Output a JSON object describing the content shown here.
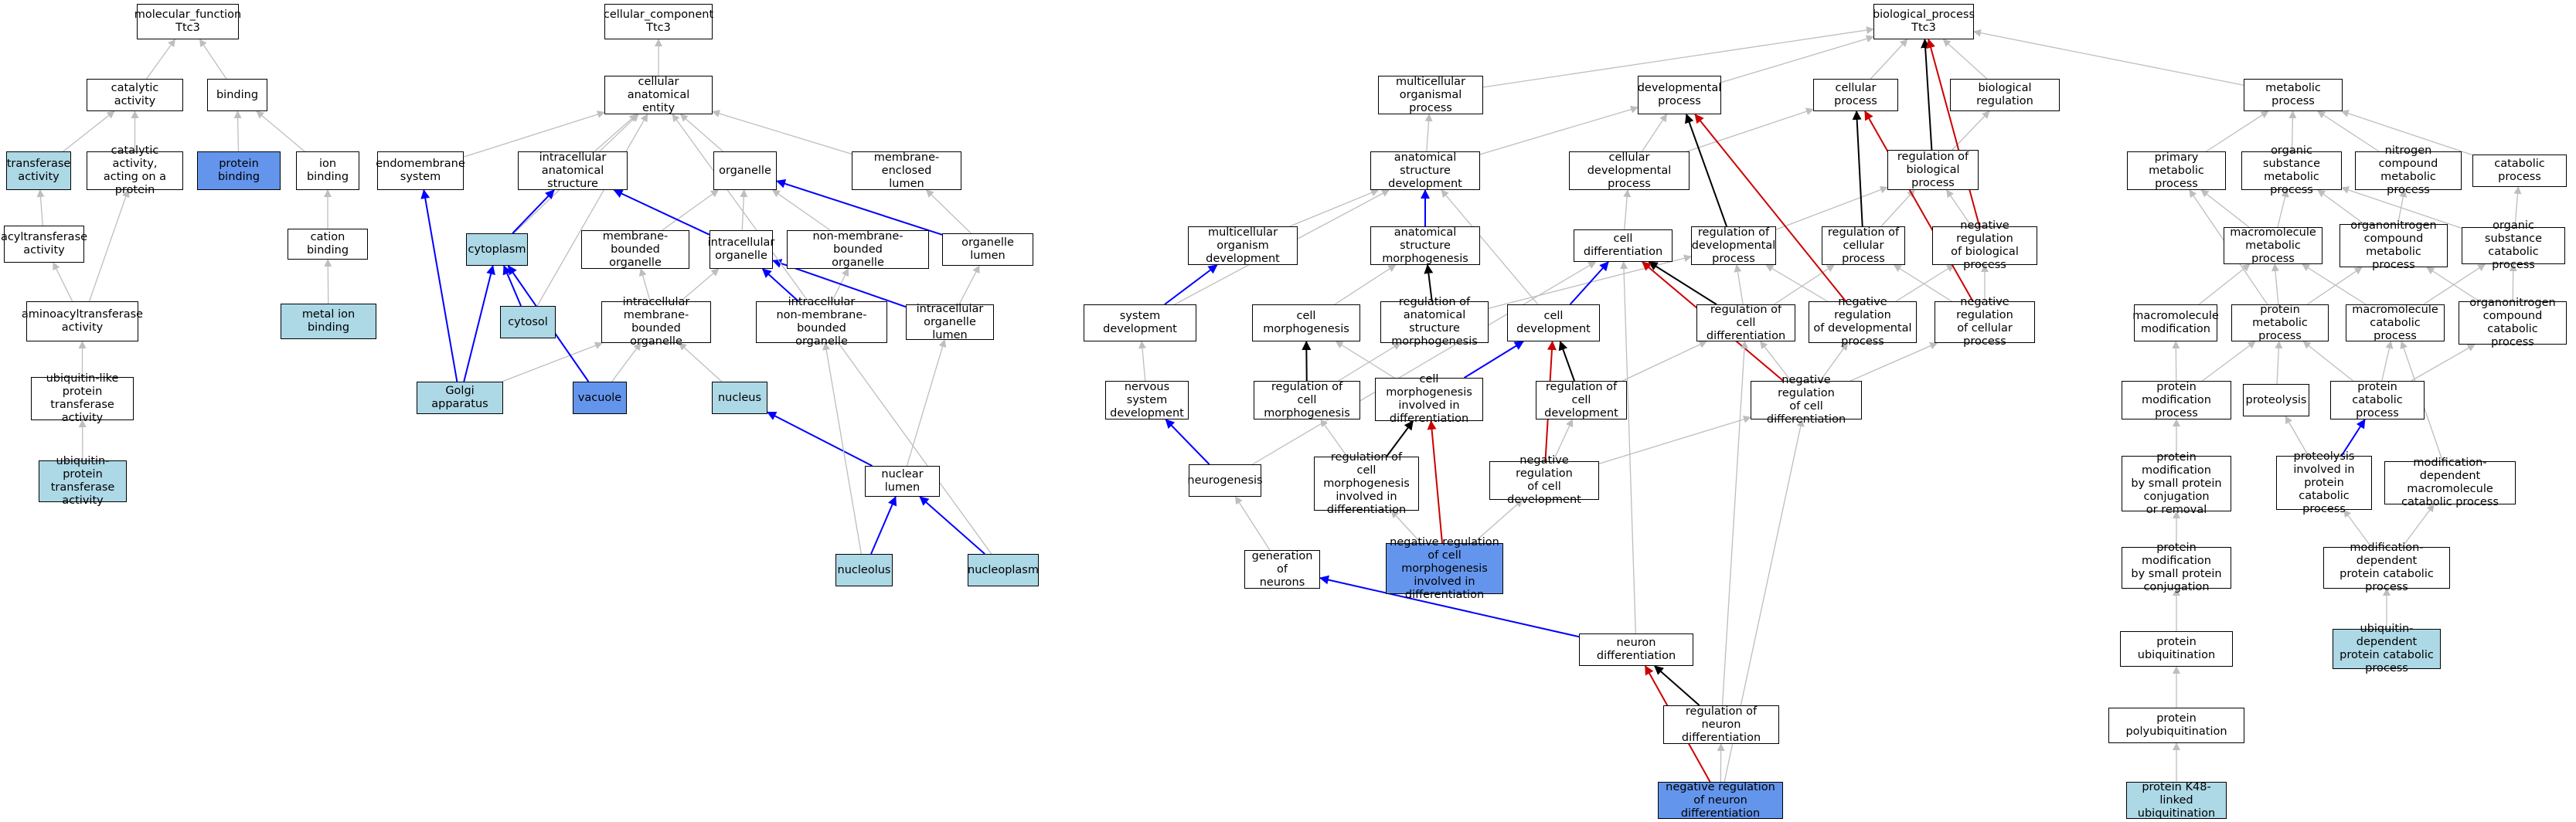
{
  "colors": {
    "gray": "#bebebe",
    "black": "#000000",
    "blue": "#0000ff",
    "red": "#cc0000",
    "light_fill": "#add8e6",
    "dark_fill": "#6495ed"
  },
  "nodes": {
    "mf_root": "molecular_function\nTtc3",
    "catalytic": "catalytic activity",
    "binding": "binding",
    "transferase": "transferase\nactivity",
    "cat_acting_protein": "catalytic activity,\nacting on a\nprotein",
    "protein_binding": "protein binding",
    "ion_binding": "ion binding",
    "acyltransferase": "acyltransferase\nactivity",
    "cation_binding": "cation binding",
    "aminoacyltransferase": "aminoacyltransferase\nactivity",
    "metal_ion_binding": "metal ion binding",
    "ubl_transferase": "ubiquitin-like\nprotein transferase\nactivity",
    "ub_transferase": "ubiquitin-protein\ntransferase\nactivity",
    "cc_root": "cellular_component\nTtc3",
    "anat_entity": "cellular anatomical\nentity",
    "endomembrane": "endomembrane\nsystem",
    "ic_anat": "intracellular\nanatomical structure",
    "organelle": "organelle",
    "mem_encl_lumen": "membrane-enclosed\nlumen",
    "cytoplasm": "cytoplasm",
    "mem_bound_org": "membrane-bounded\norganelle",
    "ic_org": "intracellular\norganelle",
    "non_mem_org": "non-membrane-bounded\norganelle",
    "org_lumen": "organelle lumen",
    "cytosol": "cytosol",
    "ic_mem_org": "intracellular\nmembrane-bounded\norganelle",
    "ic_non_mem_org": "intracellular\nnon-membrane-bounded\norganelle",
    "ic_org_lumen": "intracellular\norganelle lumen",
    "golgi": "Golgi apparatus",
    "vacuole": "vacuole",
    "nucleus": "nucleus",
    "nuclear_lumen": "nuclear lumen",
    "nucleolus": "nucleolus",
    "nucleoplasm": "nucleoplasm",
    "bp_root": "biological_process\nTtc3",
    "multicell_proc": "multicellular\norganismal process",
    "dev_proc": "developmental\nprocess",
    "cell_proc": "cellular process",
    "bio_reg": "biological regulation",
    "metab_proc": "metabolic process",
    "anat_dev": "anatomical structure\ndevelopment",
    "cell_dev_proc": "cellular developmental\nprocess",
    "reg_bio": "regulation of\nbiological process",
    "multicell_dev": "multicellular\norganism development",
    "anat_morph": "anatomical structure\nmorphogenesis",
    "cell_diff": "cell differentiation",
    "reg_dev": "regulation of\ndevelopmental\nprocess",
    "reg_cell_proc": "regulation of\ncellular process",
    "neg_reg_bio": "negative regulation\nof biological\nprocess",
    "sys_dev": "system development",
    "cell_morph": "cell morphogenesis",
    "reg_anat_morph": "regulation of\nanatomical structure\nmorphogenesis",
    "cell_devel": "cell development",
    "reg_cell_diff": "regulation of\ncell differentiation",
    "neg_reg_dev": "negative regulation\nof developmental\nprocess",
    "neg_reg_cell_proc": "negative regulation\nof cellular\nprocess",
    "ns_dev": "nervous system\ndevelopment",
    "reg_cell_morph": "regulation of\ncell morphogenesis",
    "cm_diff": "cell morphogenesis\ninvolved in\ndifferentiation",
    "reg_cell_devel": "regulation of\ncell development",
    "neg_reg_cell_diff": "negative regulation\nof cell differentiation",
    "neurogenesis": "neurogenesis",
    "reg_cm_diff": "regulation of\ncell morphogenesis\ninvolved in\ndifferentiation",
    "neg_reg_cell_devel": "negative regulation\nof cell development",
    "gen_neurons": "generation of\nneurons",
    "neg_reg_cm_diff": "negative regulation\nof cell morphogenesis\ninvolved in\ndifferentiation",
    "neuron_diff": "neuron differentiation",
    "reg_neuron_diff": "regulation of\nneuron differentiation",
    "neg_reg_neuron_diff": "negative regulation\nof neuron differentiation",
    "prim_metab": "primary metabolic\nprocess",
    "org_sub_metab": "organic substance\nmetabolic process",
    "nitrogen_metab": "nitrogen compound\nmetabolic process",
    "catab_proc": "catabolic process",
    "macro_metab": "macromolecule\nmetabolic process",
    "orgN_metab": "organonitrogen\ncompound metabolic\nprocess",
    "org_sub_catab": "organic substance\ncatabolic process",
    "macro_mod": "macromolecule\nmodification",
    "protein_metab": "protein metabolic\nprocess",
    "macro_catab": "macromolecule\ncatabolic process",
    "orgN_catab": "organonitrogen\ncompound catabolic\nprocess",
    "prot_mod_proc": "protein modification\nprocess",
    "proteolysis": "proteolysis",
    "prot_catab": "protein catabolic\nprocess",
    "prot_mod_small_rem": "protein modification\nby small protein\nconjugation\nor removal",
    "proteolysis_catab": "proteolysis\ninvolved in\nprotein catabolic\nprocess",
    "mod_dep_macro_catab": "modification-dependent\nmacromolecule\ncatabolic process",
    "prot_mod_small": "protein modification\nby small protein\nconjugation",
    "mod_dep_prot_catab": "modification-dependent\nprotein catabolic\nprocess",
    "prot_ub": "protein ubiquitination",
    "ub_dep_catab": "ubiquitin-dependent\nprotein catabolic\nprocess",
    "prot_polyub": "protein polyubiquitination",
    "k48_ub": "protein K48-linked\nubiquitination"
  },
  "styles": {
    "transferase": "light",
    "protein_binding": "dark",
    "metal_ion_binding": "light",
    "ub_transferase": "light",
    "cytoplasm": "light",
    "cytosol": "light",
    "golgi": "light",
    "vacuole": "dark",
    "nucleus": "light",
    "nucleolus": "light",
    "nucleoplasm": "light",
    "neg_reg_cm_diff": "dark",
    "neg_reg_neuron_diff": "dark",
    "ub_dep_catab": "light",
    "k48_ub": "light"
  },
  "edges": [
    [
      "catalytic",
      "mf_root",
      "gray"
    ],
    [
      "binding",
      "mf_root",
      "gray"
    ],
    [
      "transferase",
      "catalytic",
      "gray"
    ],
    [
      "cat_acting_protein",
      "catalytic",
      "gray"
    ],
    [
      "protein_binding",
      "binding",
      "gray"
    ],
    [
      "ion_binding",
      "binding",
      "gray"
    ],
    [
      "acyltransferase",
      "transferase",
      "gray"
    ],
    [
      "aminoacyltransferase",
      "acyltransferase",
      "gray"
    ],
    [
      "aminoacyltransferase",
      "cat_acting_protein",
      "gray"
    ],
    [
      "cation_binding",
      "ion_binding",
      "gray"
    ],
    [
      "metal_ion_binding",
      "cation_binding",
      "gray"
    ],
    [
      "ubl_transferase",
      "aminoacyltransferase",
      "gray"
    ],
    [
      "ub_transferase",
      "ubl_transferase",
      "gray"
    ],
    [
      "anat_entity",
      "cc_root",
      "gray"
    ],
    [
      "endomembrane",
      "anat_entity",
      "gray"
    ],
    [
      "ic_anat",
      "anat_entity",
      "gray"
    ],
    [
      "organelle",
      "anat_entity",
      "gray"
    ],
    [
      "mem_encl_lumen",
      "anat_entity",
      "gray"
    ],
    [
      "cytoplasm",
      "anat_entity",
      "gray"
    ],
    [
      "cytoplasm",
      "ic_anat",
      "blue"
    ],
    [
      "mem_bound_org",
      "organelle",
      "gray"
    ],
    [
      "ic_org",
      "organelle",
      "gray"
    ],
    [
      "ic_org",
      "ic_anat",
      "blue"
    ],
    [
      "non_mem_org",
      "organelle",
      "gray"
    ],
    [
      "org_lumen",
      "organelle",
      "blue"
    ],
    [
      "org_lumen",
      "mem_encl_lumen",
      "gray"
    ],
    [
      "cytosol",
      "cytoplasm",
      "blue"
    ],
    [
      "cytosol",
      "anat_entity",
      "gray"
    ],
    [
      "ic_mem_org",
      "mem_bound_org",
      "gray"
    ],
    [
      "ic_mem_org",
      "ic_org",
      "gray"
    ],
    [
      "ic_non_mem_org",
      "non_mem_org",
      "gray"
    ],
    [
      "ic_non_mem_org",
      "ic_org",
      "blue"
    ],
    [
      "ic_org_lumen",
      "org_lumen",
      "gray"
    ],
    [
      "ic_org_lumen",
      "ic_org",
      "blue"
    ],
    [
      "golgi",
      "endomembrane",
      "blue"
    ],
    [
      "golgi",
      "cytoplasm",
      "blue"
    ],
    [
      "golgi",
      "ic_mem_org",
      "gray"
    ],
    [
      "vacuole",
      "cytoplasm",
      "blue"
    ],
    [
      "vacuole",
      "ic_mem_org",
      "gray"
    ],
    [
      "nucleus",
      "ic_mem_org",
      "gray"
    ],
    [
      "nuclear_lumen",
      "nucleus",
      "blue"
    ],
    [
      "nuclear_lumen",
      "ic_org_lumen",
      "gray"
    ],
    [
      "nucleolus",
      "nuclear_lumen",
      "blue"
    ],
    [
      "nucleolus",
      "ic_non_mem_org",
      "gray"
    ],
    [
      "nucleoplasm",
      "nuclear_lumen",
      "blue"
    ],
    [
      "nucleoplasm",
      "anat_entity",
      "gray"
    ],
    [
      "multicell_proc",
      "bp_root",
      "gray"
    ],
    [
      "dev_proc",
      "bp_root",
      "gray"
    ],
    [
      "cell_proc",
      "bp_root",
      "gray"
    ],
    [
      "bio_reg",
      "bp_root",
      "gray"
    ],
    [
      "metab_proc",
      "bp_root",
      "gray"
    ],
    [
      "anat_dev",
      "dev_proc",
      "gray"
    ],
    [
      "anat_dev",
      "multicell_proc",
      "gray"
    ],
    [
      "cell_dev_proc",
      "dev_proc",
      "gray"
    ],
    [
      "cell_dev_proc",
      "cell_proc",
      "gray"
    ],
    [
      "reg_bio",
      "bio_reg",
      "gray"
    ],
    [
      "reg_bio",
      "bp_root",
      "black"
    ],
    [
      "multicell_dev",
      "anat_dev",
      "gray"
    ],
    [
      "anat_morph",
      "anat_dev",
      "blue"
    ],
    [
      "cell_diff",
      "cell_dev_proc",
      "gray"
    ],
    [
      "reg_dev",
      "dev_proc",
      "black"
    ],
    [
      "reg_dev",
      "reg_bio",
      "gray"
    ],
    [
      "reg_cell_proc",
      "cell_proc",
      "black"
    ],
    [
      "reg_cell_proc",
      "reg_bio",
      "gray"
    ],
    [
      "neg_reg_bio",
      "reg_bio",
      "gray"
    ],
    [
      "neg_reg_bio",
      "bp_root",
      "red"
    ],
    [
      "sys_dev",
      "multicell_dev",
      "blue"
    ],
    [
      "sys_dev",
      "anat_dev",
      "gray"
    ],
    [
      "cell_morph",
      "anat_morph",
      "gray"
    ],
    [
      "reg_anat_morph",
      "anat_morph",
      "black"
    ],
    [
      "reg_anat_morph",
      "reg_dev",
      "gray"
    ],
    [
      "cell_devel",
      "cell_diff",
      "blue"
    ],
    [
      "cell_devel",
      "anat_dev",
      "gray"
    ],
    [
      "reg_cell_diff",
      "cell_diff",
      "black"
    ],
    [
      "reg_cell_diff",
      "reg_cell_proc",
      "gray"
    ],
    [
      "reg_cell_diff",
      "reg_dev",
      "gray"
    ],
    [
      "neg_reg_dev",
      "dev_proc",
      "red"
    ],
    [
      "neg_reg_dev",
      "reg_dev",
      "gray"
    ],
    [
      "neg_reg_dev",
      "neg_reg_bio",
      "gray"
    ],
    [
      "neg_reg_cell_proc",
      "cell_proc",
      "red"
    ],
    [
      "neg_reg_cell_proc",
      "reg_cell_proc",
      "gray"
    ],
    [
      "neg_reg_cell_proc",
      "neg_reg_bio",
      "gray"
    ],
    [
      "ns_dev",
      "sys_dev",
      "gray"
    ],
    [
      "reg_cell_morph",
      "cell_morph",
      "black"
    ],
    [
      "reg_cell_morph",
      "reg_anat_morph",
      "gray"
    ],
    [
      "cm_diff",
      "cell_devel",
      "blue"
    ],
    [
      "cm_diff",
      "cell_morph",
      "gray"
    ],
    [
      "reg_cell_devel",
      "cell_devel",
      "black"
    ],
    [
      "reg_cell_devel",
      "reg_cell_diff",
      "gray"
    ],
    [
      "neg_reg_cell_diff",
      "cell_diff",
      "red"
    ],
    [
      "neg_reg_cell_diff",
      "reg_cell_diff",
      "gray"
    ],
    [
      "neg_reg_cell_diff",
      "neg_reg_dev",
      "gray"
    ],
    [
      "neg_reg_cell_diff",
      "neg_reg_cell_proc",
      "gray"
    ],
    [
      "neurogenesis",
      "ns_dev",
      "blue"
    ],
    [
      "neurogenesis",
      "cell_diff",
      "gray"
    ],
    [
      "reg_cm_diff",
      "cm_diff",
      "black"
    ],
    [
      "reg_cm_diff",
      "reg_cell_morph",
      "gray"
    ],
    [
      "neg_reg_cell_devel",
      "cell_devel",
      "red"
    ],
    [
      "neg_reg_cell_devel",
      "reg_cell_devel",
      "gray"
    ],
    [
      "neg_reg_cell_devel",
      "neg_reg_cell_diff",
      "gray"
    ],
    [
      "gen_neurons",
      "neurogenesis",
      "gray"
    ],
    [
      "neg_reg_cm_diff",
      "cm_diff",
      "red"
    ],
    [
      "neg_reg_cm_diff",
      "reg_cm_diff",
      "gray"
    ],
    [
      "neg_reg_cm_diff",
      "neg_reg_cell_devel",
      "gray"
    ],
    [
      "neuron_diff",
      "gen_neurons",
      "blue"
    ],
    [
      "neuron_diff",
      "cell_diff",
      "gray"
    ],
    [
      "reg_neuron_diff",
      "neuron_diff",
      "black"
    ],
    [
      "reg_neuron_diff",
      "reg_cell_diff",
      "gray"
    ],
    [
      "neg_reg_neuron_diff",
      "neuron_diff",
      "red"
    ],
    [
      "neg_reg_neuron_diff",
      "reg_neuron_diff",
      "gray"
    ],
    [
      "neg_reg_neuron_diff",
      "neg_reg_cell_diff",
      "gray"
    ],
    [
      "prim_metab",
      "metab_proc",
      "gray"
    ],
    [
      "org_sub_metab",
      "metab_proc",
      "gray"
    ],
    [
      "nitrogen_metab",
      "metab_proc",
      "gray"
    ],
    [
      "catab_proc",
      "metab_proc",
      "gray"
    ],
    [
      "macro_metab",
      "prim_metab",
      "gray"
    ],
    [
      "macro_metab",
      "org_sub_metab",
      "gray"
    ],
    [
      "orgN_metab",
      "org_sub_metab",
      "gray"
    ],
    [
      "orgN_metab",
      "nitrogen_metab",
      "gray"
    ],
    [
      "org_sub_catab",
      "org_sub_metab",
      "gray"
    ],
    [
      "org_sub_catab",
      "catab_proc",
      "gray"
    ],
    [
      "macro_mod",
      "macro_metab",
      "gray"
    ],
    [
      "protein_metab",
      "macro_metab",
      "gray"
    ],
    [
      "protein_metab",
      "orgN_metab",
      "gray"
    ],
    [
      "protein_metab",
      "prim_metab",
      "gray"
    ],
    [
      "macro_catab",
      "macro_metab",
      "gray"
    ],
    [
      "macro_catab",
      "org_sub_catab",
      "gray"
    ],
    [
      "orgN_catab",
      "orgN_metab",
      "gray"
    ],
    [
      "orgN_catab",
      "org_sub_catab",
      "gray"
    ],
    [
      "prot_mod_proc",
      "macro_mod",
      "gray"
    ],
    [
      "prot_mod_proc",
      "protein_metab",
      "gray"
    ],
    [
      "proteolysis",
      "protein_metab",
      "gray"
    ],
    [
      "prot_catab",
      "protein_metab",
      "gray"
    ],
    [
      "prot_catab",
      "macro_catab",
      "gray"
    ],
    [
      "prot_catab",
      "orgN_catab",
      "gray"
    ],
    [
      "prot_mod_small_rem",
      "prot_mod_proc",
      "gray"
    ],
    [
      "proteolysis_catab",
      "prot_catab",
      "blue"
    ],
    [
      "proteolysis_catab",
      "proteolysis",
      "gray"
    ],
    [
      "mod_dep_macro_catab",
      "macro_catab",
      "gray"
    ],
    [
      "prot_mod_small",
      "prot_mod_small_rem",
      "gray"
    ],
    [
      "mod_dep_prot_catab",
      "proteolysis_catab",
      "gray"
    ],
    [
      "mod_dep_prot_catab",
      "mod_dep_macro_catab",
      "gray"
    ],
    [
      "prot_ub",
      "prot_mod_small",
      "gray"
    ],
    [
      "ub_dep_catab",
      "mod_dep_prot_catab",
      "gray"
    ],
    [
      "prot_polyub",
      "prot_ub",
      "gray"
    ],
    [
      "k48_ub",
      "prot_polyub",
      "gray"
    ]
  ]
}
